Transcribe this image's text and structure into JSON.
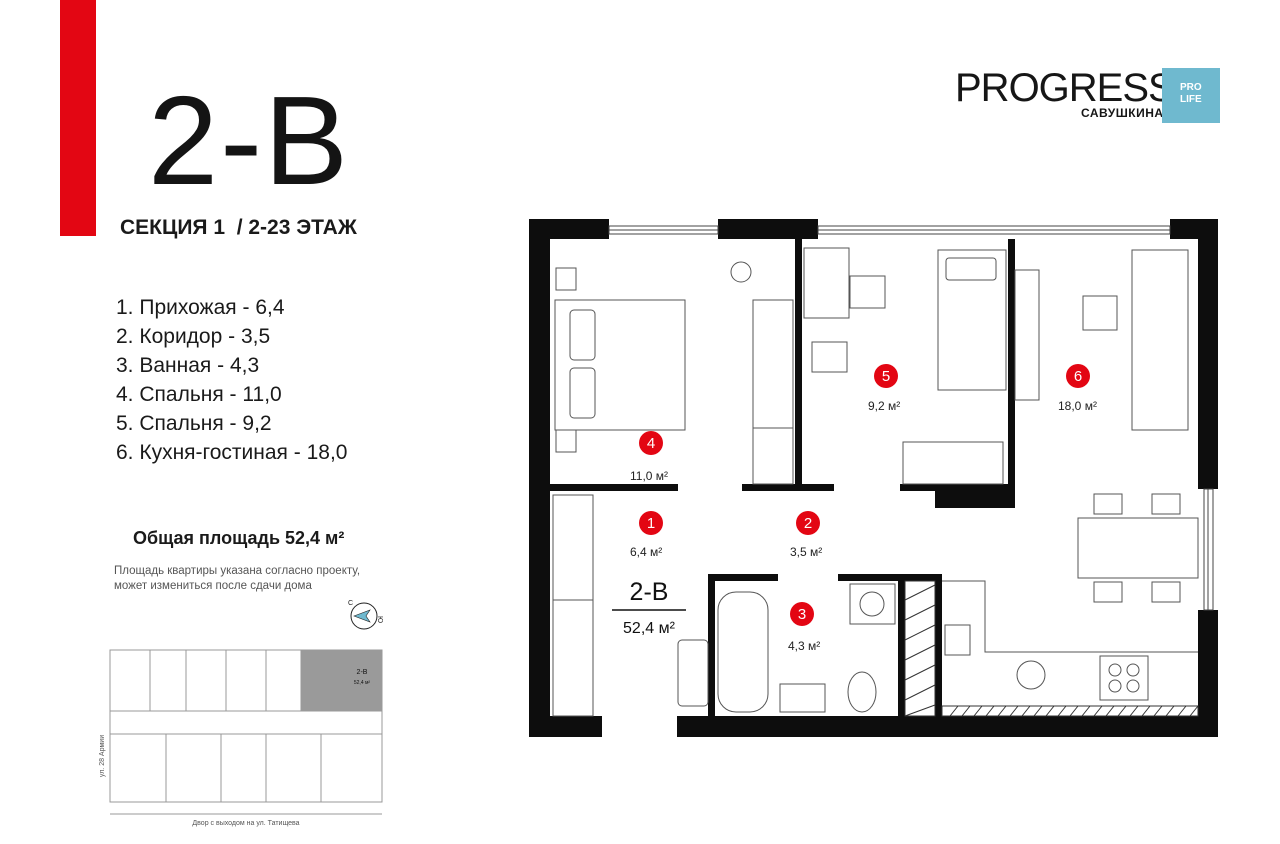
{
  "apartment": {
    "code": "2-В",
    "section_line": "СЕКЦИЯ 1  / 2-23 ЭТАЖ",
    "rooms": [
      "1.  Прихожая - 6,4",
      "2. Коридор - 3,5",
      "3. Ванная - 4,3",
      "4. Спальня - 11,0",
      "5. Спальня - 9,2",
      "6. Кухня-гостиная - 18,0"
    ],
    "total_area": "Общая площадь 52,4 м²",
    "note_line1": "Площадь квартиры указана согласно проекту,",
    "note_line2": "может измениться после сдачи дома"
  },
  "brand": {
    "name": "PROGRESS",
    "subtitle": "САВУШКИНА",
    "badge_line1": "PRO",
    "badge_line2": "LIFE",
    "badge_color": "#6fb9cf"
  },
  "plan": {
    "accent_color": "#e30613",
    "markers": [
      {
        "num": "1",
        "area": "6,4 м²"
      },
      {
        "num": "2",
        "area": "3,5 м²"
      },
      {
        "num": "3",
        "area": "4,3 м²"
      },
      {
        "num": "4",
        "area": "11,0 м²"
      },
      {
        "num": "5",
        "area": "9,2 м²"
      },
      {
        "num": "6",
        "area": "18,0 м²"
      }
    ],
    "center_code": "2-В",
    "center_area": "52,4 м²"
  },
  "compass": {
    "n": "С",
    "e": "Ю",
    "icon": "compass-icon"
  },
  "keyplan": {
    "unit_code": "2-В",
    "unit_area": "52,4 м²",
    "street_left": "ул. 28 Армии",
    "street_bottom": "Двор с выходом на ул. Татищева"
  }
}
